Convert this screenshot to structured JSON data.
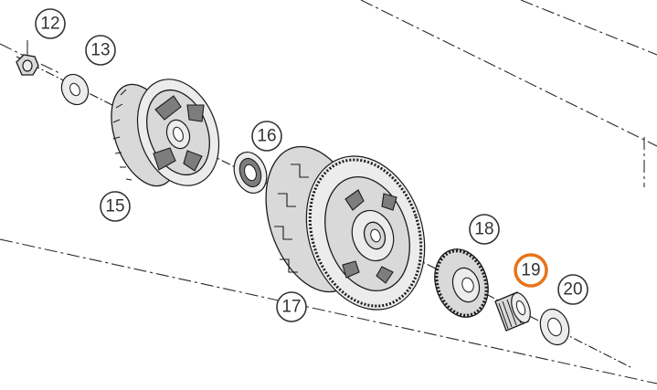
{
  "callouts": [
    {
      "id": "12",
      "label": "12",
      "highlighted": false
    },
    {
      "id": "13",
      "label": "13",
      "highlighted": false
    },
    {
      "id": "15",
      "label": "15",
      "highlighted": false
    },
    {
      "id": "16",
      "label": "16",
      "highlighted": false
    },
    {
      "id": "17",
      "label": "17",
      "highlighted": false
    },
    {
      "id": "18",
      "label": "18",
      "highlighted": false
    },
    {
      "id": "19",
      "label": "19",
      "highlighted": true
    },
    {
      "id": "20",
      "label": "20",
      "highlighted": false
    }
  ],
  "colors": {
    "highlight": "#e8731a",
    "line": "#1a1a1a",
    "background": "#ffffff"
  }
}
